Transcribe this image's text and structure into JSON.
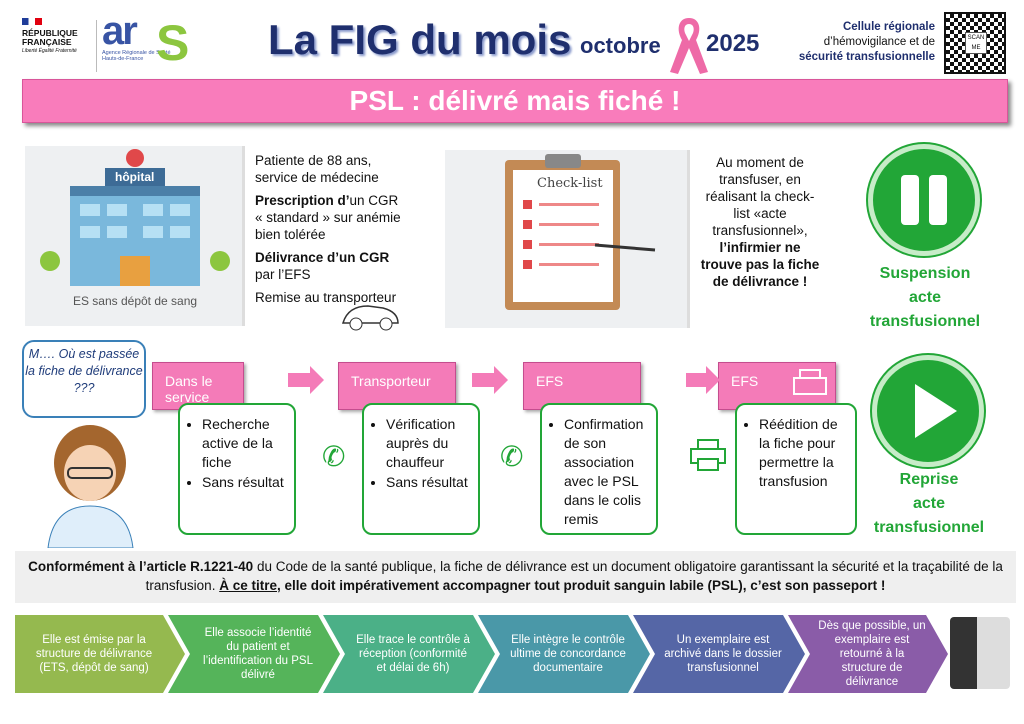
{
  "header": {
    "gov_logo": [
      "RÉPUBLIQUE",
      "FRANÇAISE",
      "Liberté Égalité Fraternité"
    ],
    "ars_logo": {
      "mark": "ars",
      "tagline": "Agence Régionale de Santé",
      "region": "Hauts-de-France"
    },
    "title": "La FIG du mois",
    "month": "octobre",
    "year": "2025",
    "cell": [
      "Cellule régionale",
      "d’hémovigilance et de",
      "sécurité transfusionnelle"
    ],
    "qr_label": "SCAN ME"
  },
  "banner": "PSL : délivré mais fiché !",
  "case": {
    "hospital_sign": "hôpital",
    "hospital_caption": "ES sans dépôt de sang",
    "lines": [
      {
        "b": "",
        "t": "Patiente de 88 ans, service de médecine"
      },
      {
        "b": "Prescription d’",
        "t": "un CGR « standard » sur anémie bien tolérée"
      },
      {
        "b": "Délivrance d’un CGR",
        "t": " par l’EFS"
      },
      {
        "b": "",
        "t": "Remise au transporteur"
      }
    ],
    "checklist_label": "Check-list",
    "nurse_text": "Au moment de transfuser, en réalisant la check-list «acte transfusionnel»,",
    "nurse_bold": "l’infirmier ne trouve pas la fiche de délivrance !"
  },
  "suspension": [
    "Suspension",
    "acte",
    "transfusionnel"
  ],
  "reprise": [
    "Reprise",
    "acte",
    "transfusionnel"
  ],
  "bubble": "M…. Où est passée la fiche de délivrance ???",
  "steps": [
    {
      "label": "Dans le service",
      "items": [
        "Recherche active de la fiche",
        "Sans résultat"
      ]
    },
    {
      "label": "Transporteur",
      "items": [
        "Vérification auprès du chauffeur",
        "Sans résultat"
      ]
    },
    {
      "label": "EFS",
      "items": [
        "Confirmation de son association avec le PSL dans le colis remis"
      ]
    },
    {
      "label": "EFS",
      "items": [
        "Réédition de la fiche pour permettre la transfusion"
      ]
    }
  ],
  "law": {
    "part1_bold": "Conformément à l’article R.1221-40",
    "part1": " du Code de la santé publique, la fiche de délivrance est un document obligatoire garantissant la sécurité et la traçabilité de la transfusion. ",
    "part2_u": "À ce titre",
    "part2": ", elle doit impérativement accompagner tout produit sanguin labile (PSL), c’est son passeport !"
  },
  "chevrons": [
    {
      "text": "Elle est émise par la structure de délivrance (ETS, dépôt de sang)",
      "color": "#95b94f"
    },
    {
      "text": "Elle associe l’identité du patient et l’identification du PSL délivré",
      "color": "#55b45a"
    },
    {
      "text": "Elle trace le contrôle à réception (conformité et délai de 6h)",
      "color": "#4bb087"
    },
    {
      "text": "Elle intègre le contrôle ultime de concordance documentaire",
      "color": "#4a98a8"
    },
    {
      "text": "Un exemplaire est archivé dans le dossier transfusionnel",
      "color": "#5566a6"
    },
    {
      "text": "Dès que possible, un exemplaire est retourné à la structure de délivrance",
      "color": "#8a5ca8"
    }
  ],
  "colors": {
    "pink": "#f47bb8",
    "green": "#22a637",
    "navy": "#1f2f6e"
  }
}
